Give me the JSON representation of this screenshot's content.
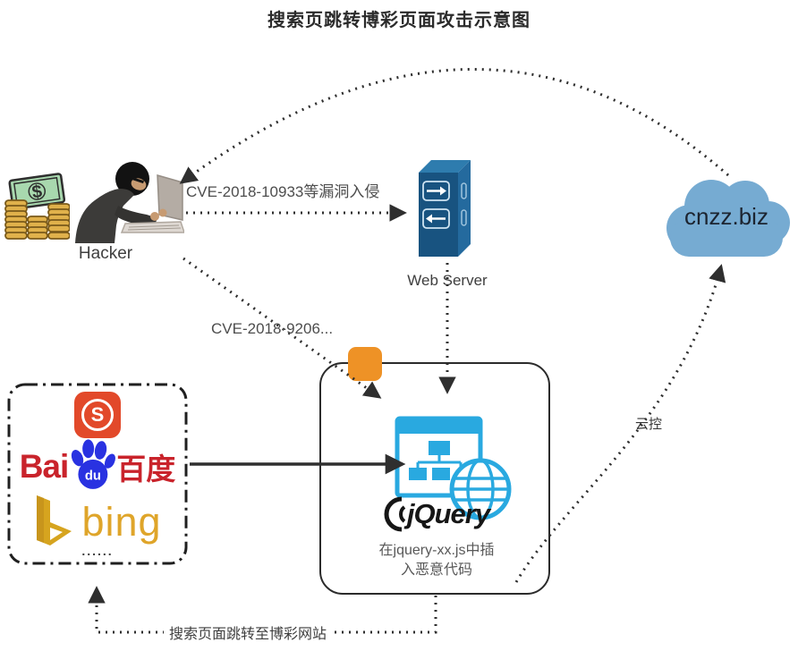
{
  "title": "搜索页跳转博彩页面攻击示意图",
  "nodes": {
    "hacker": {
      "label": "Hacker"
    },
    "web_server": {
      "label": "Web Server"
    },
    "cloud": {
      "label": "cnzz.biz"
    },
    "jquery": {
      "logo_text": "jQuery",
      "caption_line1": "在jquery-xx.js中插",
      "caption_line2": "入恶意代码"
    },
    "search_engines": {
      "sogou_letter": "S",
      "baidu_bai": "Bai",
      "baidu_du": "du",
      "baidu_cn": "百度",
      "bing": "bing",
      "more": "......"
    }
  },
  "edges": {
    "cve_10933": "CVE-2018-10933等漏洞入侵",
    "cve_9206": "CVE-2018-9206...",
    "cloud_control": "云控",
    "redirect": "搜索页面跳转至博彩网站"
  },
  "colors": {
    "line": "#2f2f2f",
    "cloud_fill": "#76ABD2",
    "server_front": "#185380",
    "server_top": "#2e7cae",
    "server_side": "#246a9e",
    "orange_marker": "#EE9226",
    "sogou_red": "#E2492A",
    "baidu_red": "#C9232B",
    "baidu_blue": "#2932E1",
    "bing_gold": "#DFA52A",
    "jquery_blue": "#29A9E0",
    "money_green": "#A8D8AE",
    "coin_gold": "#E0B14B"
  }
}
